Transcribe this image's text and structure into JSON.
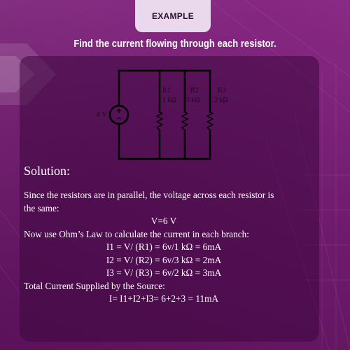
{
  "tab_label": "EXAMPLE",
  "title": "Find the current flowing through each resistor.",
  "circuit": {
    "source_label": "6 V",
    "resistors": [
      {
        "name": "R1",
        "value": "1 kΩ"
      },
      {
        "name": "R2",
        "value": "3 kΩ"
      },
      {
        "name": "R3",
        "value": "2 kΩ"
      }
    ]
  },
  "solution": {
    "heading": "Solution:",
    "intro_1": "Since the resistors are in parallel, the voltage across each resistor is",
    "intro_2": "the same:",
    "voltage": "V=6 V",
    "ohms_law": "Now use Ohm’s Law to calculate the current in each branch:",
    "i1": "I1 = V/ (R1) = 6v/1 kΩ = 6mA",
    "i2": "I2 = V/ (R2) = 6v/3 kΩ = 2mA",
    "i3": "I3 = V/ (R3) = 6v/2 kΩ = 3mA",
    "total_label": "Total Current Supplied by the Source:",
    "total": "I= I1+I2+I3= 6+2+3 = 11mA"
  },
  "colors": {
    "background": "#7a1f78",
    "tab": "#ead9ec",
    "panel": "#3c083e"
  }
}
